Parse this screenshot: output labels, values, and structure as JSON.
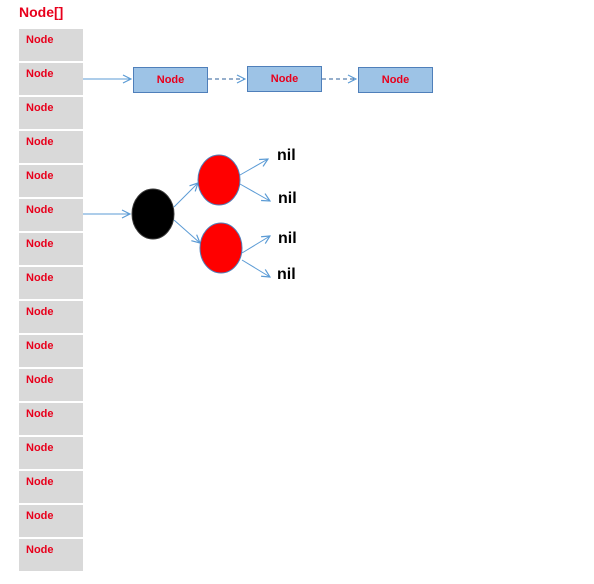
{
  "array": {
    "title": "Node[]",
    "cells": [
      "Node",
      "Node",
      "Node",
      "Node",
      "Node",
      "Node",
      "Node",
      "Node",
      "Node",
      "Node",
      "Node",
      "Node",
      "Node",
      "Node",
      "Node",
      "Node"
    ]
  },
  "linked_list": {
    "nodes": [
      "Node",
      "Node",
      "Node"
    ]
  },
  "tree": {
    "root_color": "#000000",
    "child_color": "#ff0000",
    "leaves": [
      "nil",
      "nil",
      "nil",
      "nil"
    ]
  },
  "colors": {
    "label_red": "#e8001c",
    "cell_gray": "#d9d9d9",
    "list_node_fill": "#9dc3e6",
    "arrow_blue": "#5b9bd5"
  }
}
